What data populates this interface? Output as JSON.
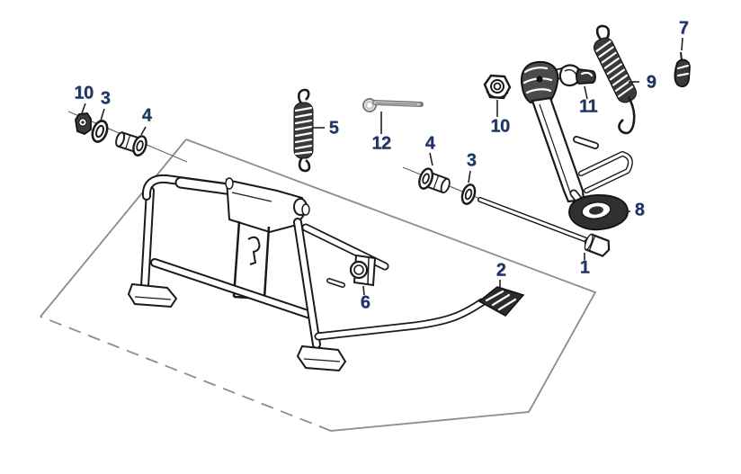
{
  "diagram": {
    "kind": "exploded-parts-diagram",
    "colors": {
      "background": "#ffffff",
      "callout_label": "#1c3468",
      "line_art": "#1a1a1a",
      "boundary": "#8c8c8c",
      "cotter_pin_gray": "#b5b5b5",
      "shaded_part": "#3a3a3a"
    },
    "callouts": [
      {
        "text": "10"
      },
      {
        "text": "3"
      },
      {
        "text": "4"
      },
      {
        "text": "5"
      },
      {
        "text": "12"
      },
      {
        "text": "4"
      },
      {
        "text": "3"
      },
      {
        "text": "10"
      },
      {
        "text": "11"
      },
      {
        "text": "9"
      },
      {
        "text": "7"
      },
      {
        "text": "8"
      },
      {
        "text": "1"
      },
      {
        "text": "2"
      },
      {
        "text": "6"
      }
    ]
  }
}
